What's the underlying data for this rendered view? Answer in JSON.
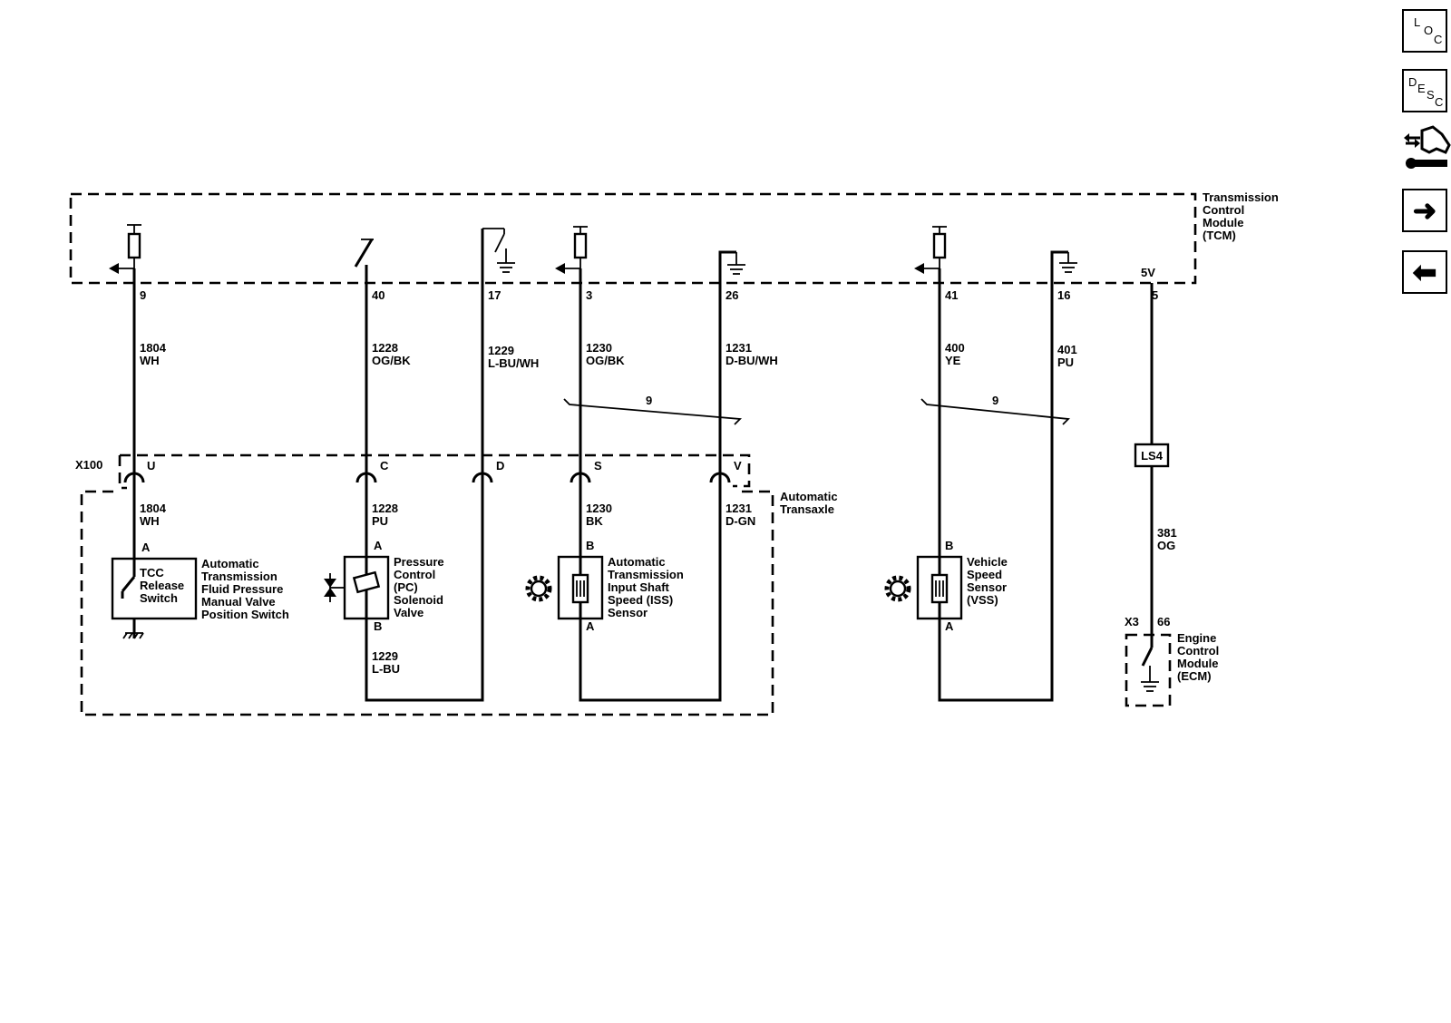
{
  "nav": {
    "loc": [
      "L",
      "O",
      "C"
    ],
    "desc": [
      "D",
      "E",
      "S",
      "C"
    ],
    "next_glyph": "➜",
    "prev_glyph": "⬅"
  },
  "modules": {
    "tcm": [
      "Transmission",
      "Control",
      "Module",
      "(TCM)"
    ],
    "transaxle": [
      "Automatic",
      "Transaxle"
    ],
    "ecm": [
      "Engine",
      "Control",
      "Module",
      "(ECM)"
    ]
  },
  "tcm_pins": [
    "9",
    "40",
    "17",
    "3",
    "26",
    "41",
    "16",
    "5"
  ],
  "supply_label": "5V",
  "wires_upper": [
    {
      "circuit": "1804",
      "color": "WH"
    },
    {
      "circuit": "1228",
      "color": "OG/BK"
    },
    {
      "circuit": "1229",
      "color": "L-BU/WH"
    },
    {
      "circuit": "1230",
      "color": "OG/BK"
    },
    {
      "circuit": "1231",
      "color": "D-BU/WH"
    },
    {
      "circuit": "400",
      "color": "YE"
    },
    {
      "circuit": "401",
      "color": "PU"
    }
  ],
  "twist_count": [
    "9",
    "9"
  ],
  "connector_x100": {
    "id": "X100",
    "pins": [
      "U",
      "C",
      "D",
      "S",
      "V"
    ]
  },
  "wires_lower": [
    {
      "circuit": "1804",
      "color": "WH"
    },
    {
      "circuit": "1228",
      "color": "PU"
    },
    {
      "circuit": "1230",
      "color": "BK"
    },
    {
      "circuit": "1231",
      "color": "D-GN"
    },
    {
      "circuit": "1229",
      "color": "L-BU"
    },
    {
      "circuit": "381",
      "color": "OG"
    }
  ],
  "option_badge": "LS4",
  "ecm_connector": {
    "id": "X3",
    "pin": "66"
  },
  "components": {
    "tcc_switch": {
      "inner": [
        "TCC",
        "Release",
        "Switch"
      ],
      "label": [
        "Automatic",
        "Transmission",
        "Fluid Pressure",
        "Manual Valve",
        "Position Switch"
      ],
      "pin": "A"
    },
    "pc_solenoid": {
      "label": [
        "Pressure",
        "Control",
        "(PC)",
        "Solenoid",
        "Valve"
      ],
      "pins": [
        "A",
        "B"
      ]
    },
    "iss_sensor": {
      "label": [
        "Automatic",
        "Transmission",
        "Input Shaft",
        "Speed (ISS)",
        "Sensor"
      ],
      "pins": [
        "B",
        "A"
      ]
    },
    "vss_sensor": {
      "label": [
        "Vehicle",
        "Speed",
        "Sensor",
        "(VSS)"
      ],
      "pins": [
        "B",
        "A"
      ]
    }
  }
}
